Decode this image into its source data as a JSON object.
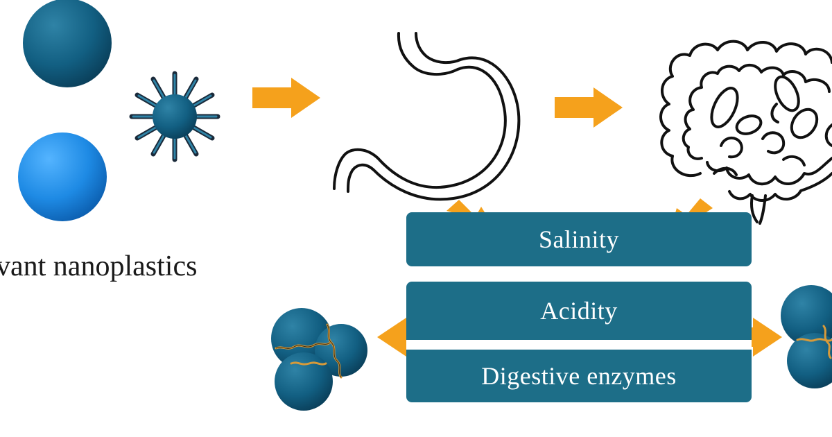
{
  "caption": "vant nanoplastics",
  "factors": {
    "salinity": "Salinity",
    "acidity": "Acidity",
    "enzymes": "Digestive  enzymes"
  },
  "colors": {
    "arrow": "#f5a11c",
    "box": "#1d6e88",
    "particle_dark": "#0f5a7d",
    "particle_light": "#1f8be0",
    "corona_stroke": "#1a2a3a",
    "protein_strand": "#d79a3a"
  },
  "icons": {
    "stomach": "stomach-outline-icon",
    "intestine": "large-intestine-outline-icon",
    "coated_nanoparticle": "nanoparticle-with-corona-icon",
    "aggregate": "nanoparticle-aggregate-icon"
  }
}
